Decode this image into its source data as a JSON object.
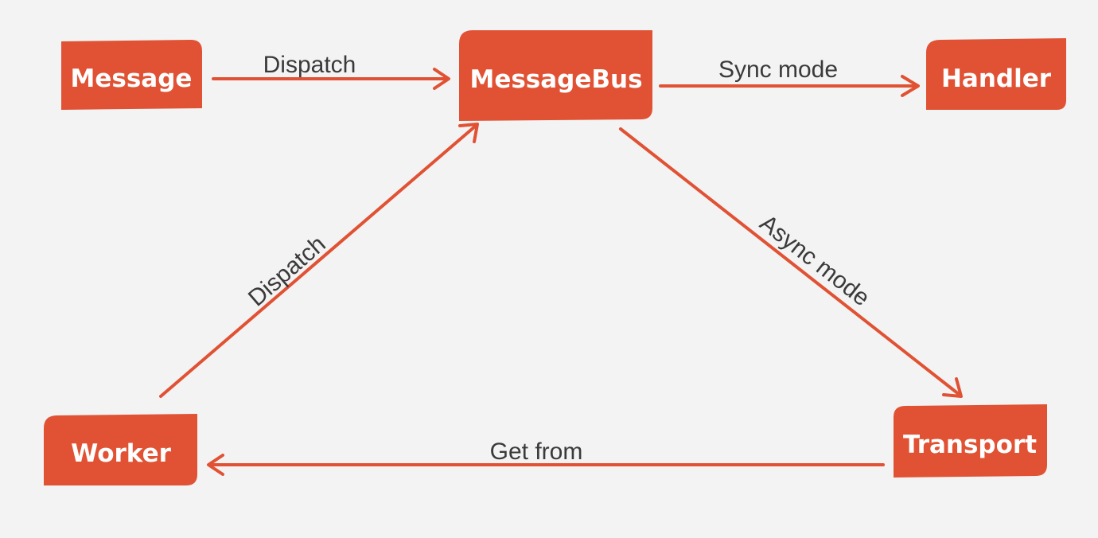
{
  "colors": {
    "background": "#f3f3f3",
    "node_fill": "#e05233",
    "node_text": "#ffffff",
    "edge": "#e05233",
    "edge_label": "#3a3a3a"
  },
  "nodes": {
    "message": "Message",
    "messagebus": "MessageBus",
    "handler": "Handler",
    "transport": "Transport",
    "worker": "Worker"
  },
  "edges": {
    "message_to_bus": "Dispatch",
    "bus_to_handler": "Sync mode",
    "bus_to_transport": "Async mode",
    "transport_to_worker": "Get from",
    "worker_to_bus": "Dispatch"
  }
}
